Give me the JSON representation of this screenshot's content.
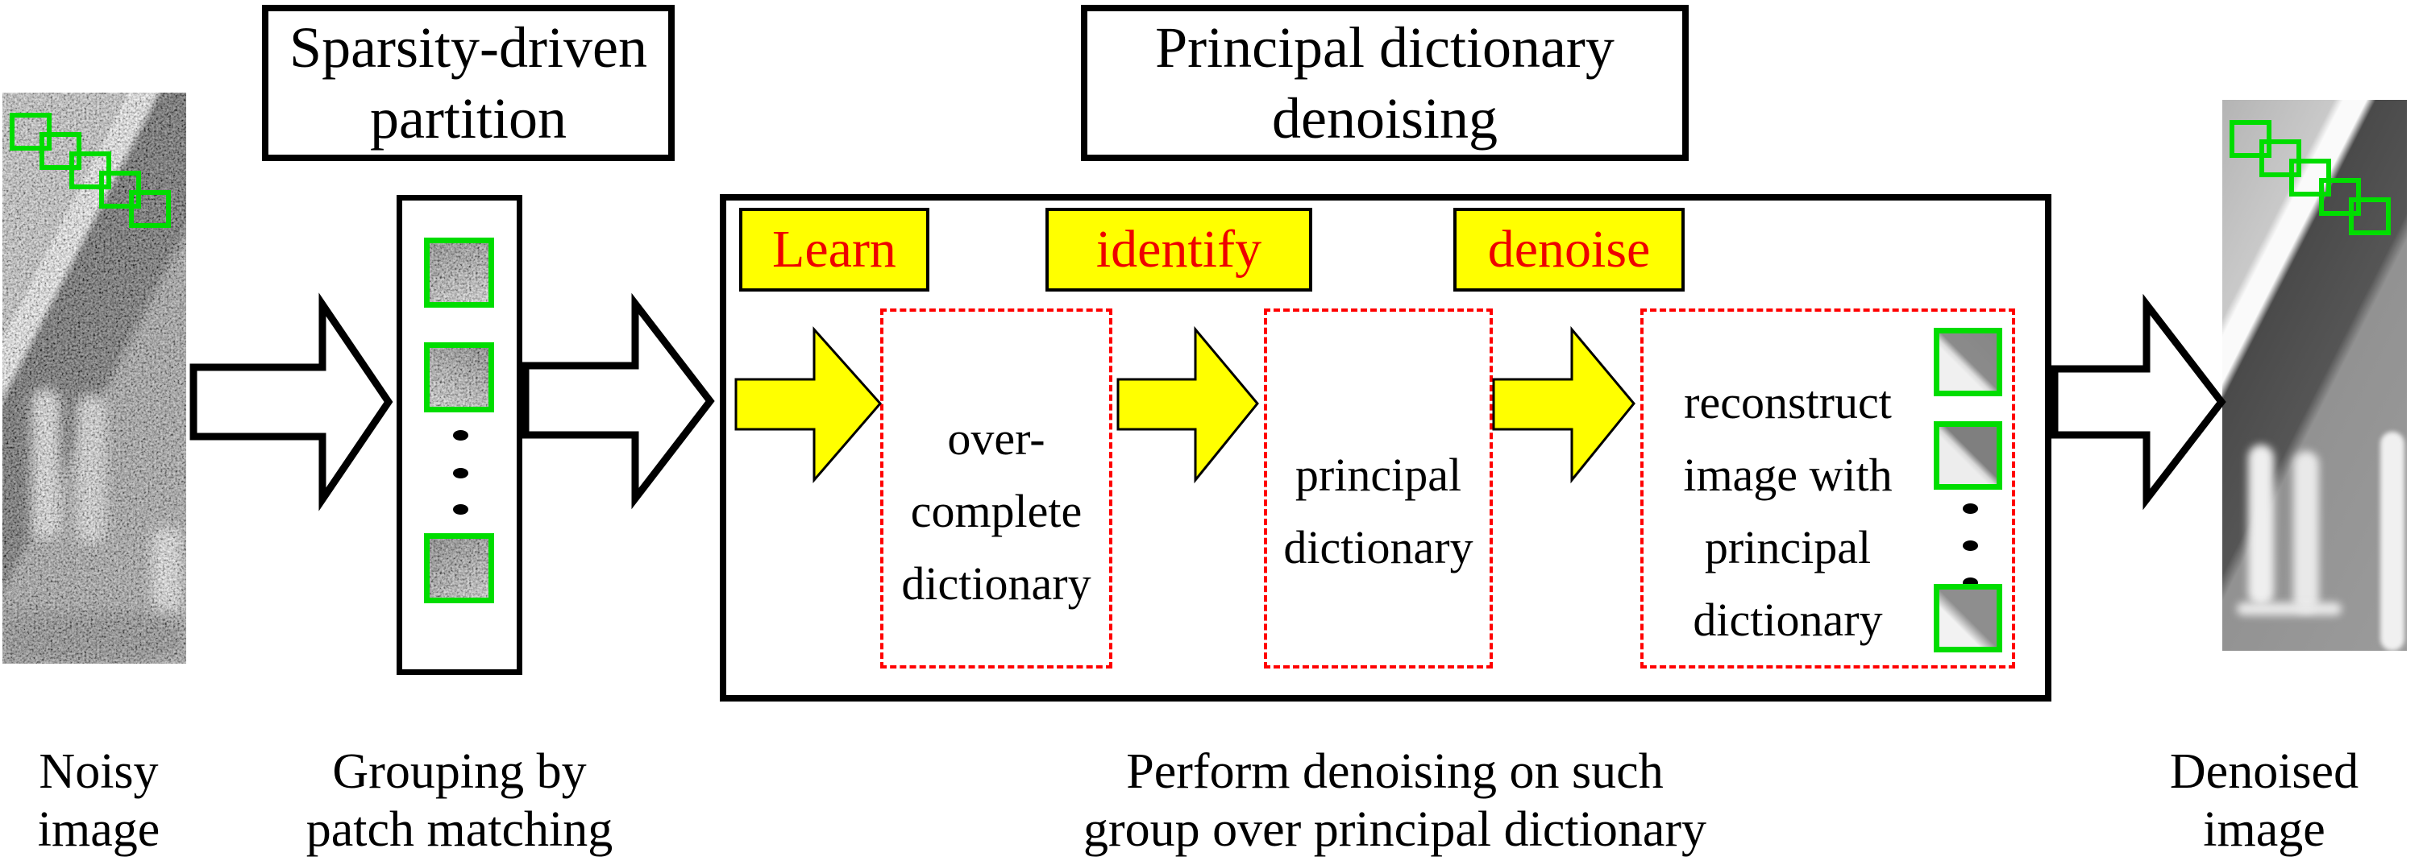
{
  "title_boxes": {
    "partition": "Sparsity-driven\npartition",
    "denoising": "Principal dictionary\ndenoising"
  },
  "steps": {
    "learn": "Learn",
    "identify": "identify",
    "denoise": "denoise"
  },
  "process_boxes": {
    "overcomplete": "over-\ncomplete\ndictionary",
    "principal": "principal\ndictionary",
    "reconstruct": "reconstruct\nimage with\nprincipal\ndictionary"
  },
  "captions": {
    "noisy": "Noisy\nimage",
    "grouping": "Grouping by\npatch matching",
    "perform": "Perform denoising on such\ngroup over principal dictionary",
    "denoised": "Denoised\nimage"
  },
  "colors": {
    "accent_yellow": "#ffff00",
    "step_text_red": "#ee0000",
    "dashed_red": "#ff0000",
    "patch_green": "#00dd00"
  }
}
